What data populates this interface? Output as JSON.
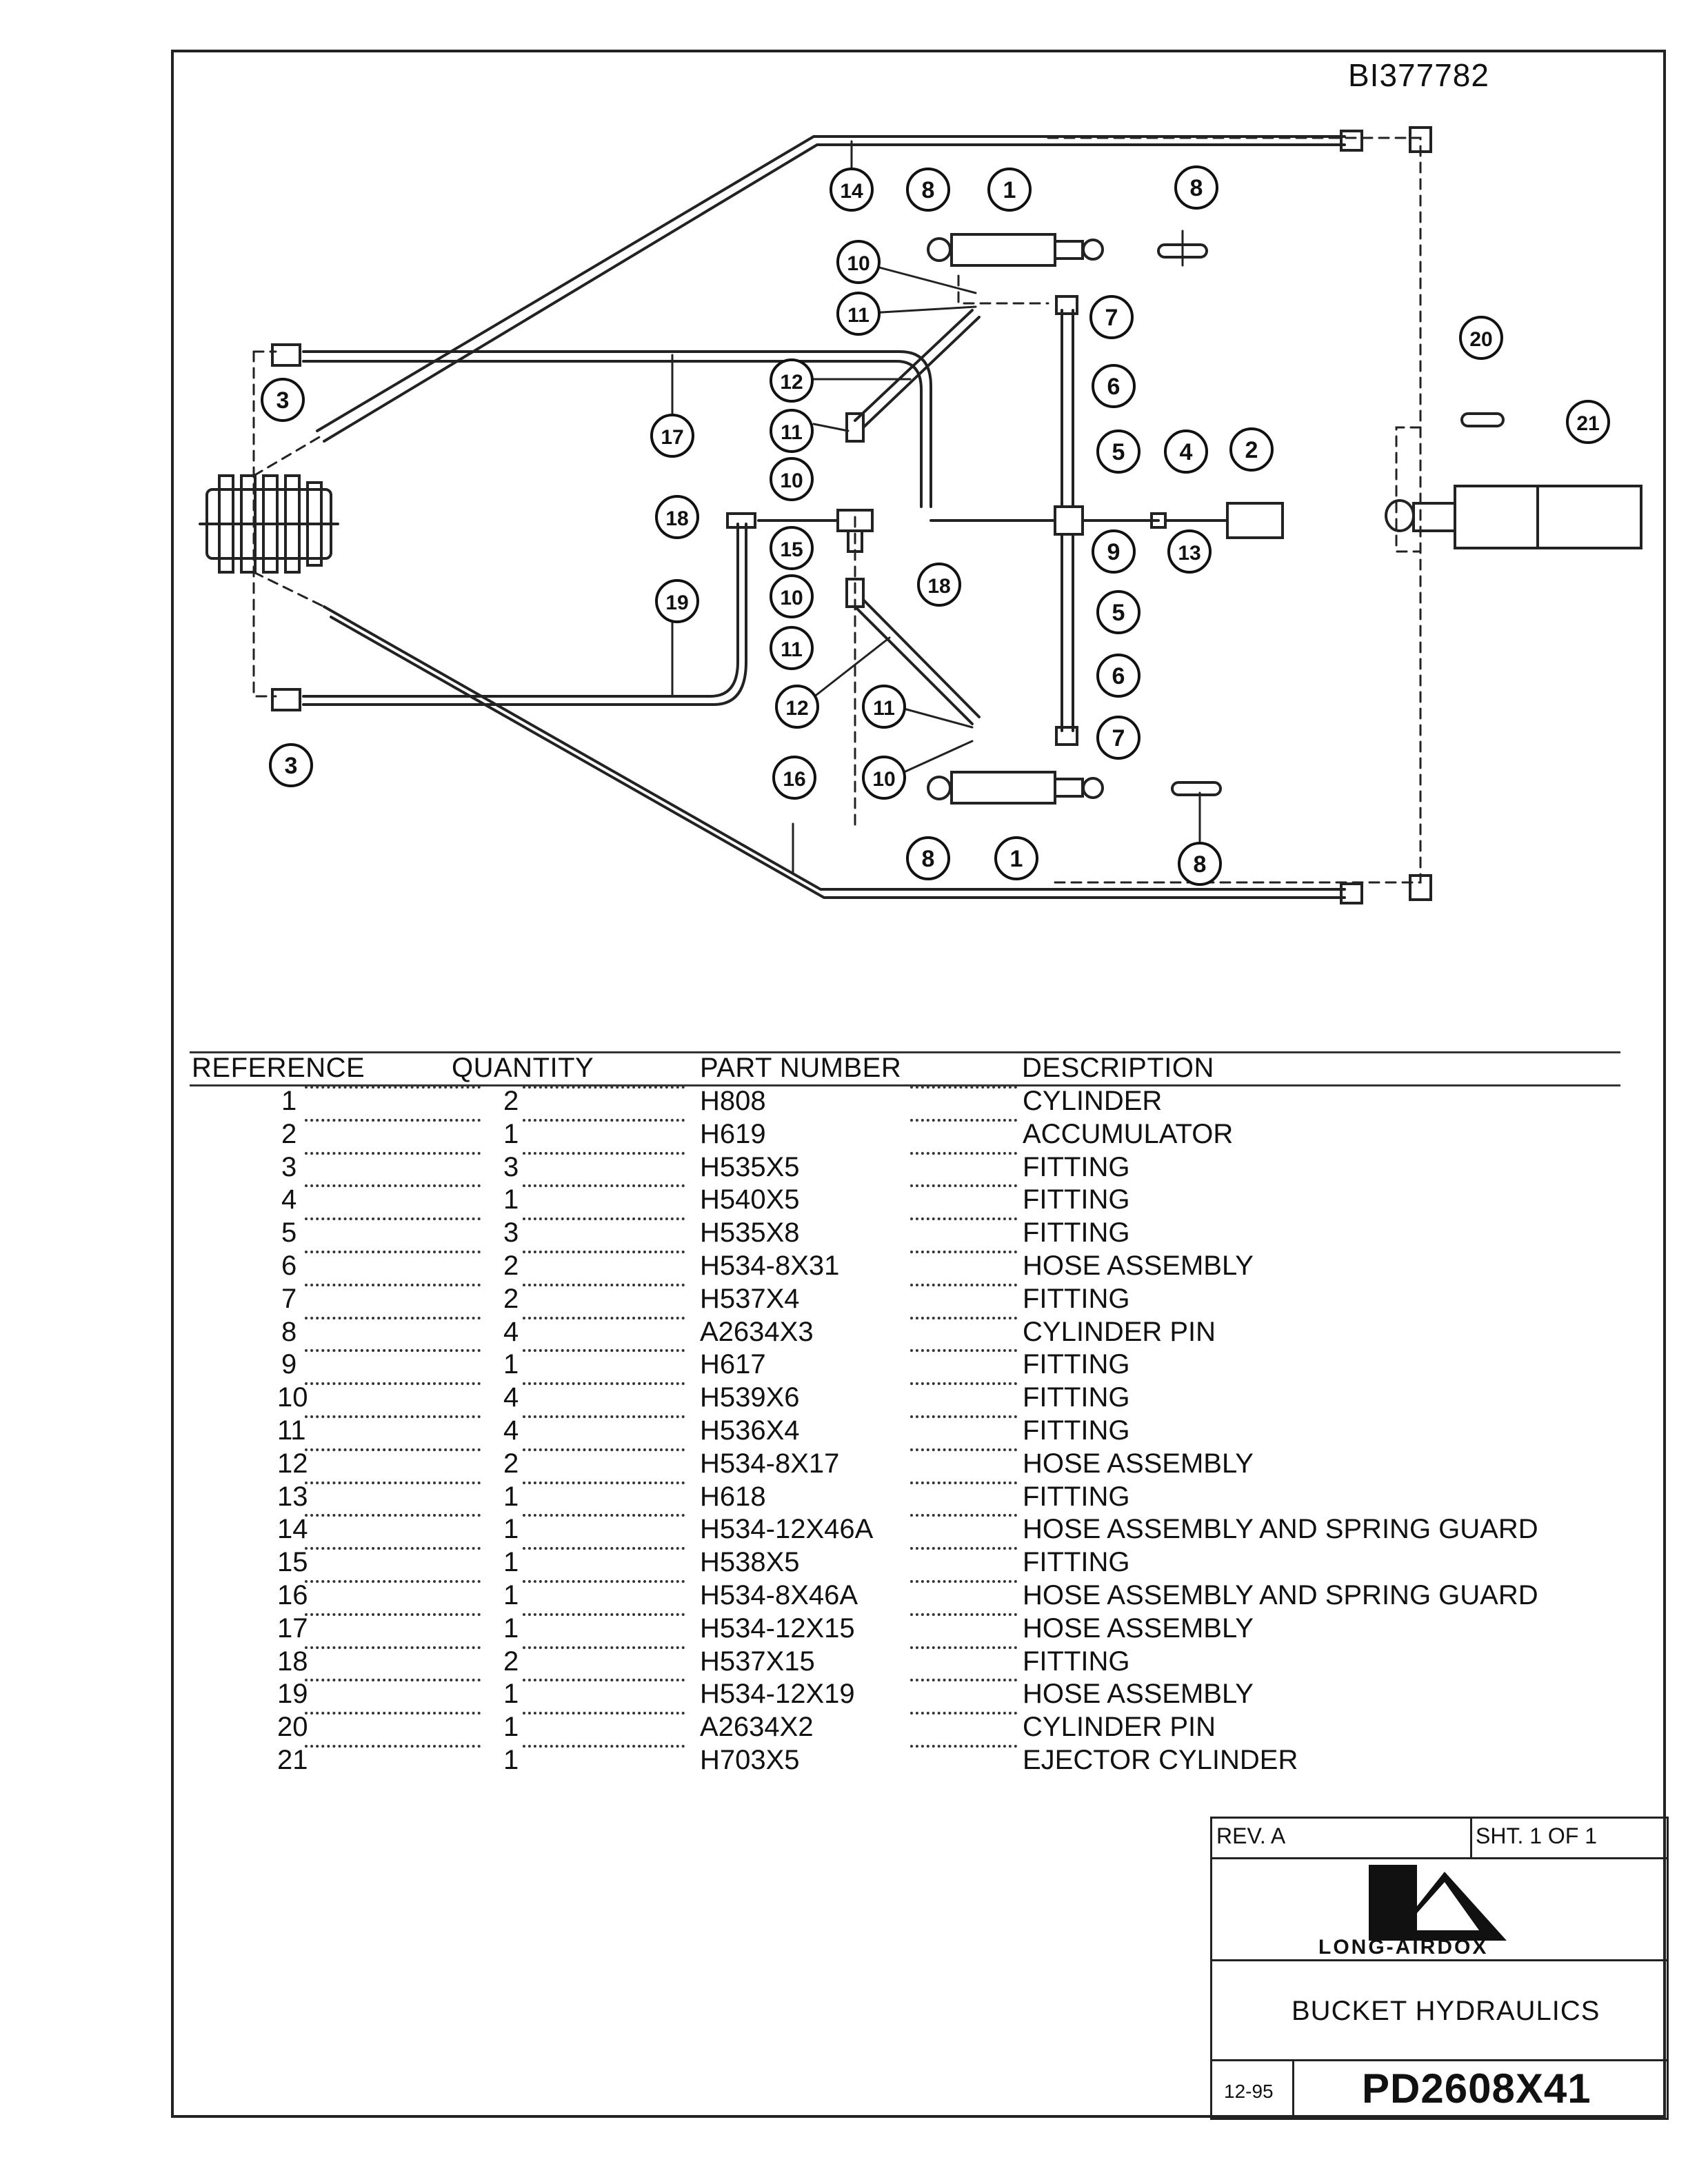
{
  "doc_id": "BI377782",
  "diagram": {
    "callouts": [
      "14",
      "8",
      "1",
      "8",
      "10",
      "11",
      "7",
      "20",
      "6",
      "12",
      "17",
      "3",
      "11",
      "5",
      "4",
      "2",
      "21",
      "10",
      "18",
      "15",
      "18",
      "9",
      "13",
      "5",
      "19",
      "10",
      "11",
      "6",
      "12",
      "11",
      "7",
      "10",
      "16",
      "3",
      "8",
      "1",
      "8"
    ]
  },
  "table": {
    "headers": {
      "reference": "REFERENCE",
      "quantity": "QUANTITY",
      "part_number": "PART NUMBER",
      "description": "DESCRIPTION"
    },
    "rows": [
      {
        "ref": "1",
        "qty": "2",
        "part": "H808",
        "desc": "CYLINDER"
      },
      {
        "ref": "2",
        "qty": "1",
        "part": "H619",
        "desc": "ACCUMULATOR"
      },
      {
        "ref": "3",
        "qty": "3",
        "part": "H535X5",
        "desc": "FITTING"
      },
      {
        "ref": "4",
        "qty": "1",
        "part": "H540X5",
        "desc": "FITTING"
      },
      {
        "ref": "5",
        "qty": "3",
        "part": "H535X8",
        "desc": "FITTING"
      },
      {
        "ref": "6",
        "qty": "2",
        "part": "H534-8X31",
        "desc": "HOSE ASSEMBLY"
      },
      {
        "ref": "7",
        "qty": "2",
        "part": "H537X4",
        "desc": "FITTING"
      },
      {
        "ref": "8",
        "qty": "4",
        "part": "A2634X3",
        "desc": "CYLINDER PIN"
      },
      {
        "ref": "9",
        "qty": "1",
        "part": "H617",
        "desc": "FITTING"
      },
      {
        "ref": "10",
        "qty": "4",
        "part": "H539X6",
        "desc": "FITTING"
      },
      {
        "ref": "11",
        "qty": "4",
        "part": "H536X4",
        "desc": "FITTING"
      },
      {
        "ref": "12",
        "qty": "2",
        "part": "H534-8X17",
        "desc": "HOSE ASSEMBLY"
      },
      {
        "ref": "13",
        "qty": "1",
        "part": "H618",
        "desc": "FITTING"
      },
      {
        "ref": "14",
        "qty": "1",
        "part": "H534-12X46A",
        "desc": "HOSE ASSEMBLY AND SPRING GUARD"
      },
      {
        "ref": "15",
        "qty": "1",
        "part": "H538X5",
        "desc": "FITTING"
      },
      {
        "ref": "16",
        "qty": "1",
        "part": "H534-8X46A",
        "desc": "HOSE ASSEMBLY AND SPRING GUARD"
      },
      {
        "ref": "17",
        "qty": "1",
        "part": "H534-12X15",
        "desc": "HOSE ASSEMBLY"
      },
      {
        "ref": "18",
        "qty": "2",
        "part": "H537X15",
        "desc": "FITTING"
      },
      {
        "ref": "19",
        "qty": "1",
        "part": "H534-12X19",
        "desc": "HOSE ASSEMBLY"
      },
      {
        "ref": "20",
        "qty": "1",
        "part": "A2634X2",
        "desc": "CYLINDER PIN"
      },
      {
        "ref": "21",
        "qty": "1",
        "part": "H703X5",
        "desc": "EJECTOR CYLINDER"
      }
    ]
  },
  "title_block": {
    "rev": "REV. A",
    "sheet": "SHT.  1  OF  1",
    "logo_text": "LONG-AIRDOX",
    "title": "BUCKET HYDRAULICS",
    "date": "12-95",
    "drawing_number": "PD2608X41"
  }
}
